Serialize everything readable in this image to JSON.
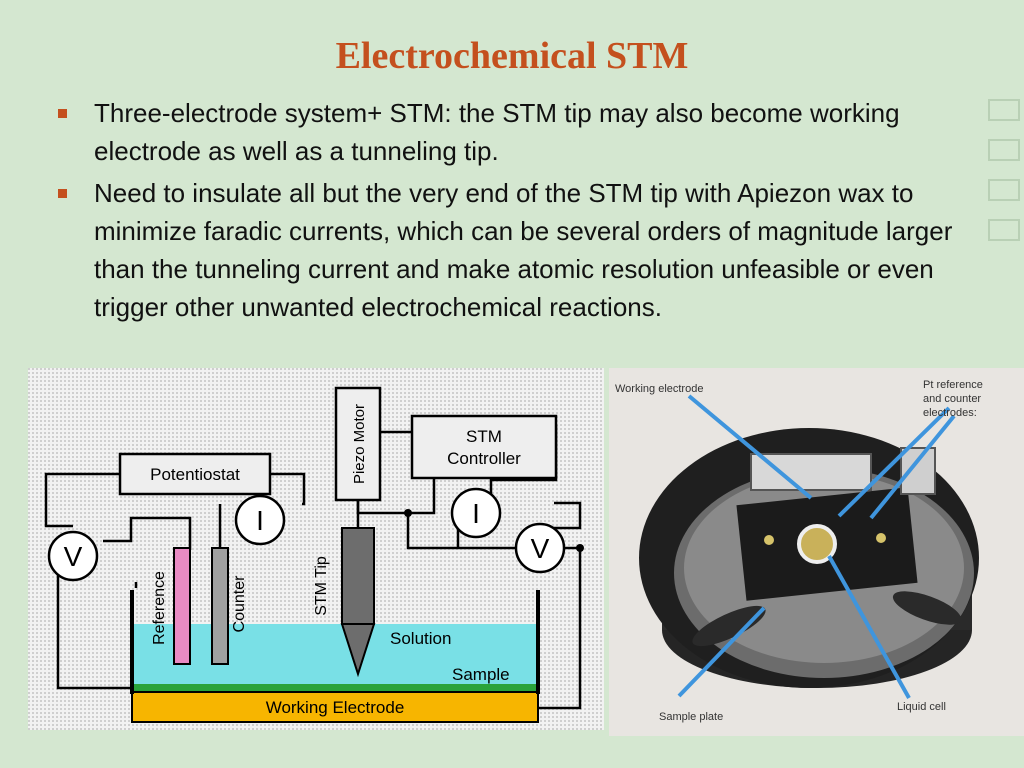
{
  "slide": {
    "title": "Electrochemical STM",
    "bullets": [
      "Three-electrode system+ STM: the STM tip may also become working electrode as well as a tunneling tip.",
      "Need to insulate all but the very end of the STM tip with Apiezon wax to minimize faradic currents, which can be several orders of magnitude larger than the tunneling current and make atomic resolution unfeasible or even trigger other unwanted electrochemical reactions."
    ]
  },
  "schematic": {
    "potentiostat": "Potentiostat",
    "piezo_motor": "Piezo Motor",
    "stm_controller_line1": "STM",
    "stm_controller_line2": "Controller",
    "ammeter_symbol": "I",
    "voltmeter_symbol": "V",
    "reference": "Reference",
    "counter": "Counter",
    "stm_tip": "STM Tip",
    "solution": "Solution",
    "sample": "Sample",
    "working_electrode": "Working Electrode"
  },
  "photo": {
    "working_electrode": "Working electrode",
    "pt_line1": "Pt reference",
    "pt_line2": "and  counter",
    "pt_line3": "electrodes:",
    "liquid_cell": "Liquid  cell",
    "sample_plate": "Sample plate"
  },
  "colors": {
    "title": "#c4501e",
    "background": "#d4e7d0",
    "solution": "#79e0e6",
    "sample": "#2aa33a",
    "working_electrode": "#f7b500",
    "reference_rod": "#e98bc4",
    "counter_rod": "#a0a0a0",
    "arrow": "#3f95dd"
  }
}
